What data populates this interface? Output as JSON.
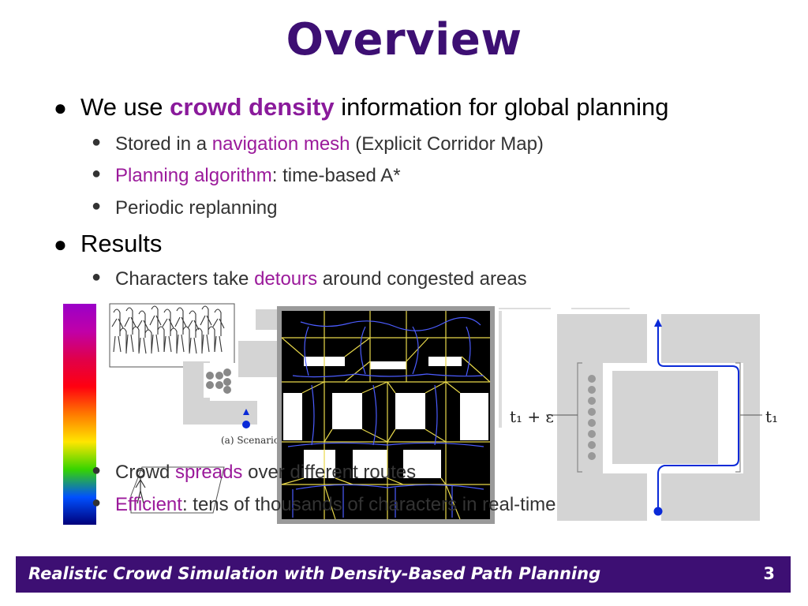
{
  "slide": {
    "title": "Overview",
    "bullets": [
      {
        "parts": [
          "We use ",
          "crowd density",
          " information for global planning"
        ],
        "sub": [
          {
            "parts": [
              "Stored in a ",
              "navigation mesh",
              " (Explicit Corridor Map)"
            ]
          },
          {
            "parts": [
              "",
              "Planning algorithm",
              ": time-based A*"
            ]
          },
          {
            "parts": [
              "Periodic replanning",
              "",
              ""
            ]
          }
        ]
      },
      {
        "parts": [
          "Results",
          "",
          ""
        ],
        "sub": [
          {
            "parts": [
              "Characters take ",
              "detours",
              " around congested areas"
            ]
          },
          {
            "parts": [
              "Crowd ",
              "spreads",
              " over different routes"
            ]
          },
          {
            "parts": [
              "",
              "Efficient",
              ": tens of thousands of characters in real-time"
            ]
          }
        ]
      }
    ]
  },
  "figures": {
    "scenario_label": "(a) Scenario",
    "label_t1_eps": "t₁ + ε",
    "label_t1": "t₁",
    "density_colors": [
      "#9a00c8",
      "#c000a8",
      "#e0004a",
      "#ff0010",
      "#ff7a00",
      "#ffe600",
      "#36d400",
      "#0050ff",
      "#00007a"
    ]
  },
  "footer": {
    "text": "Realistic Crowd Simulation with Density-Based Path Planning",
    "page": "3"
  }
}
